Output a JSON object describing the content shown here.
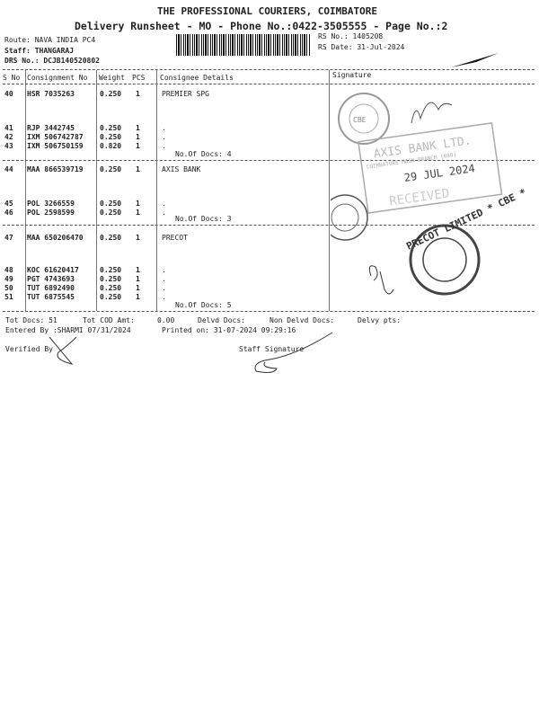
{
  "header": {
    "company": "THE PROFESSIONAL COURIERS, COIMBATORE",
    "subtitle": "Delivery Runsheet - MO - Phone No.:0422-3505555 - Page No.:2",
    "route": "Route: NAVA INDIA PC4",
    "staff": "Staff: THANGARAJ",
    "drs": "DRS No.: DCJB140520802",
    "rs_no": "RS No.: 1405208",
    "rs_date": "RS Date: 31-Jul-2024"
  },
  "table": {
    "columns": [
      "S No",
      "Consignment No",
      "Weight",
      "PCS",
      "Consignee Details",
      "Signature"
    ],
    "groups": [
      {
        "consignee": "PREMIER SPG",
        "docs": "No.Of Docs: 4",
        "rows": [
          [
            "40",
            "HSR 7035263",
            "0.250",
            "1"
          ],
          [
            "41",
            "RJP 3442745",
            "0.250",
            "1"
          ],
          [
            "42",
            "IXM 506742787",
            "0.250",
            "1"
          ],
          [
            "43",
            "IXM 506750159",
            "0.820",
            "1"
          ]
        ]
      },
      {
        "consignee": "AXIS BANK",
        "docs": "No.Of Docs: 3",
        "rows": [
          [
            "44",
            "MAA 866539719",
            "0.250",
            "1"
          ],
          [
            "45",
            "POL 3266559",
            "0.250",
            "1"
          ],
          [
            "46",
            "POL 2598599",
            "0.250",
            "1"
          ]
        ]
      },
      {
        "consignee": "PRECOT",
        "docs": "No.Of Docs: 5",
        "rows": [
          [
            "47",
            "MAA 650206470",
            "0.250",
            "1"
          ],
          [
            "48",
            "KOC 61620417",
            "0.250",
            "1"
          ],
          [
            "49",
            "PGT 4743693",
            "0.250",
            "1"
          ],
          [
            "50",
            "TUT 6892490",
            "0.250",
            "1"
          ],
          [
            "51",
            "TUT 6875545",
            "0.250",
            "1"
          ]
        ]
      }
    ]
  },
  "footer": {
    "tot_docs": "Tot Docs:  51",
    "tot_cod": "Tot COD Amt:",
    "cod_value": "0.00",
    "delvd": "Delvd Docs:",
    "non_delvd": "Non Delvd Docs:",
    "delvy_pts": "Delvy pts:",
    "entered_by": "Entered By :SHARMI 07/31/2024",
    "printed_on": "Printed on: 31-07-2024 09:29:16",
    "verified_by": "Verified By",
    "staff_signature": "Staff Signature"
  },
  "stamps": {
    "axis_box_1": "AXIS BANK LTD.",
    "axis_box_2": "COIMBATORE MAIN BRANCH (080)",
    "axis_date": "29 JUL 2024",
    "axis_received": "RECEIVED",
    "cbe": "CBE",
    "precot": "PRECOT LIMITED * CBE *"
  }
}
